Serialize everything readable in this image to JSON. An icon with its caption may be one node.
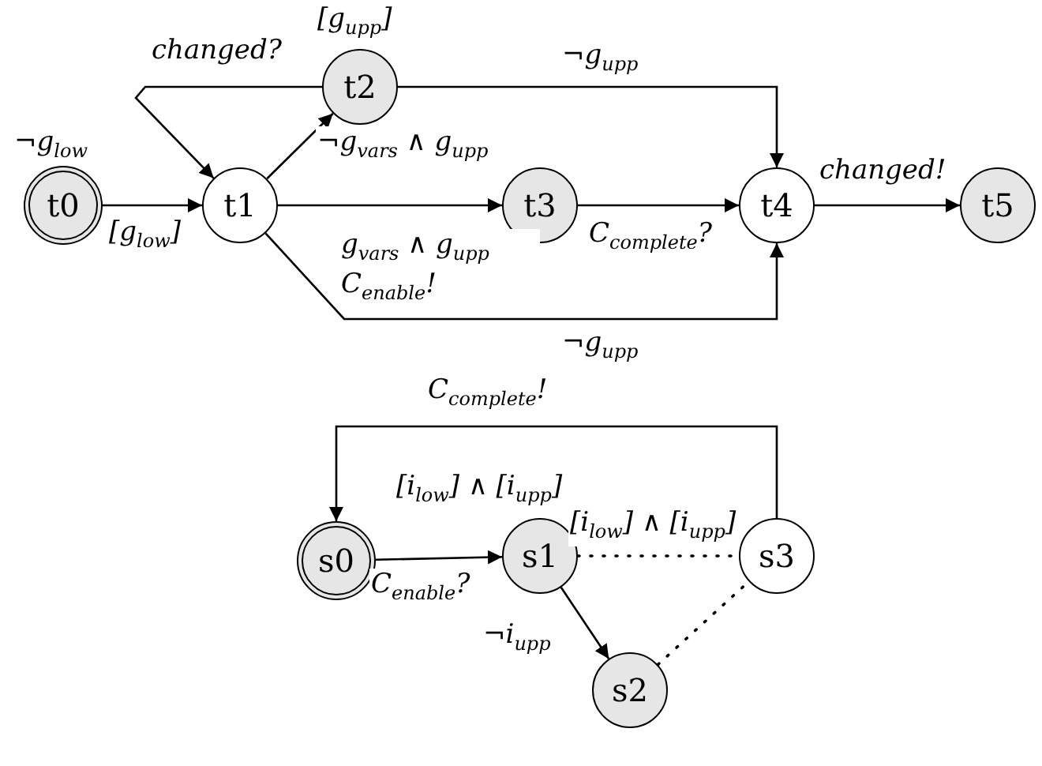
{
  "diagram": {
    "nodes": [
      {
        "text": [
          "t0"
        ],
        "beside": [
          "¬g$_{low}$"
        ]
      },
      {
        "text": [
          "t1"
        ]
      },
      {
        "text": [
          "t2"
        ],
        "beside": [
          "[g$_{upp}$]"
        ]
      },
      {
        "text": [
          "t3"
        ]
      },
      {
        "text": [
          "t4"
        ]
      },
      {
        "text": [
          "t5"
        ]
      },
      {
        "text": [
          "s0"
        ]
      },
      {
        "text": [
          "s1"
        ],
        "beside": [
          "[i$_{low}$] ∧ [i$_{upp}$]"
        ]
      },
      {
        "text": [
          "s2"
        ]
      },
      {
        "text": [
          "s3"
        ]
      }
    ],
    "edges": [
      {
        "from": 0,
        "to": 1,
        "arrow": "to",
        "label": "[g$_{low}$]"
      },
      {
        "from": 2,
        "to": 1,
        "arrow": "to",
        "label": "changed?"
      },
      {
        "from": 1,
        "to": 2,
        "arrow": "to",
        "label": "¬g$_{vars}$ ∧ g$_{upp}$"
      },
      {
        "from": 2,
        "to": 4,
        "arrow": "to",
        "label": "¬g$_{upp}$"
      },
      {
        "from": 1,
        "to": 3,
        "arrow": "to",
        "label": "g$_{vars}$ ∧ g$_{upp}$ C$_{enable}$!"
      },
      {
        "from": 3,
        "to": 4,
        "arrow": "to",
        "label": "C$_{complete}$?"
      },
      {
        "from": 1,
        "to": 4,
        "arrow": "to",
        "label": "¬g$_{upp}$"
      },
      {
        "from": 4,
        "to": 5,
        "arrow": "to",
        "label": "changed!"
      },
      {
        "from": 9,
        "to": 6,
        "arrow": "to",
        "label": "C$_{complete}$!"
      },
      {
        "from": 6,
        "to": 7,
        "arrow": "to",
        "label": "C$_{enable}$?"
      },
      {
        "from": 7,
        "to": 9,
        "arrow": "none",
        "style": "dashed",
        "label": "[i$_{low}$] ∧ [i$_{upp}$]"
      },
      {
        "from": 7,
        "to": 8,
        "arrow": "to",
        "label": "¬i$_{upp}$"
      },
      {
        "from": 8,
        "to": 9,
        "arrow": "none",
        "style": "dashed"
      }
    ]
  }
}
